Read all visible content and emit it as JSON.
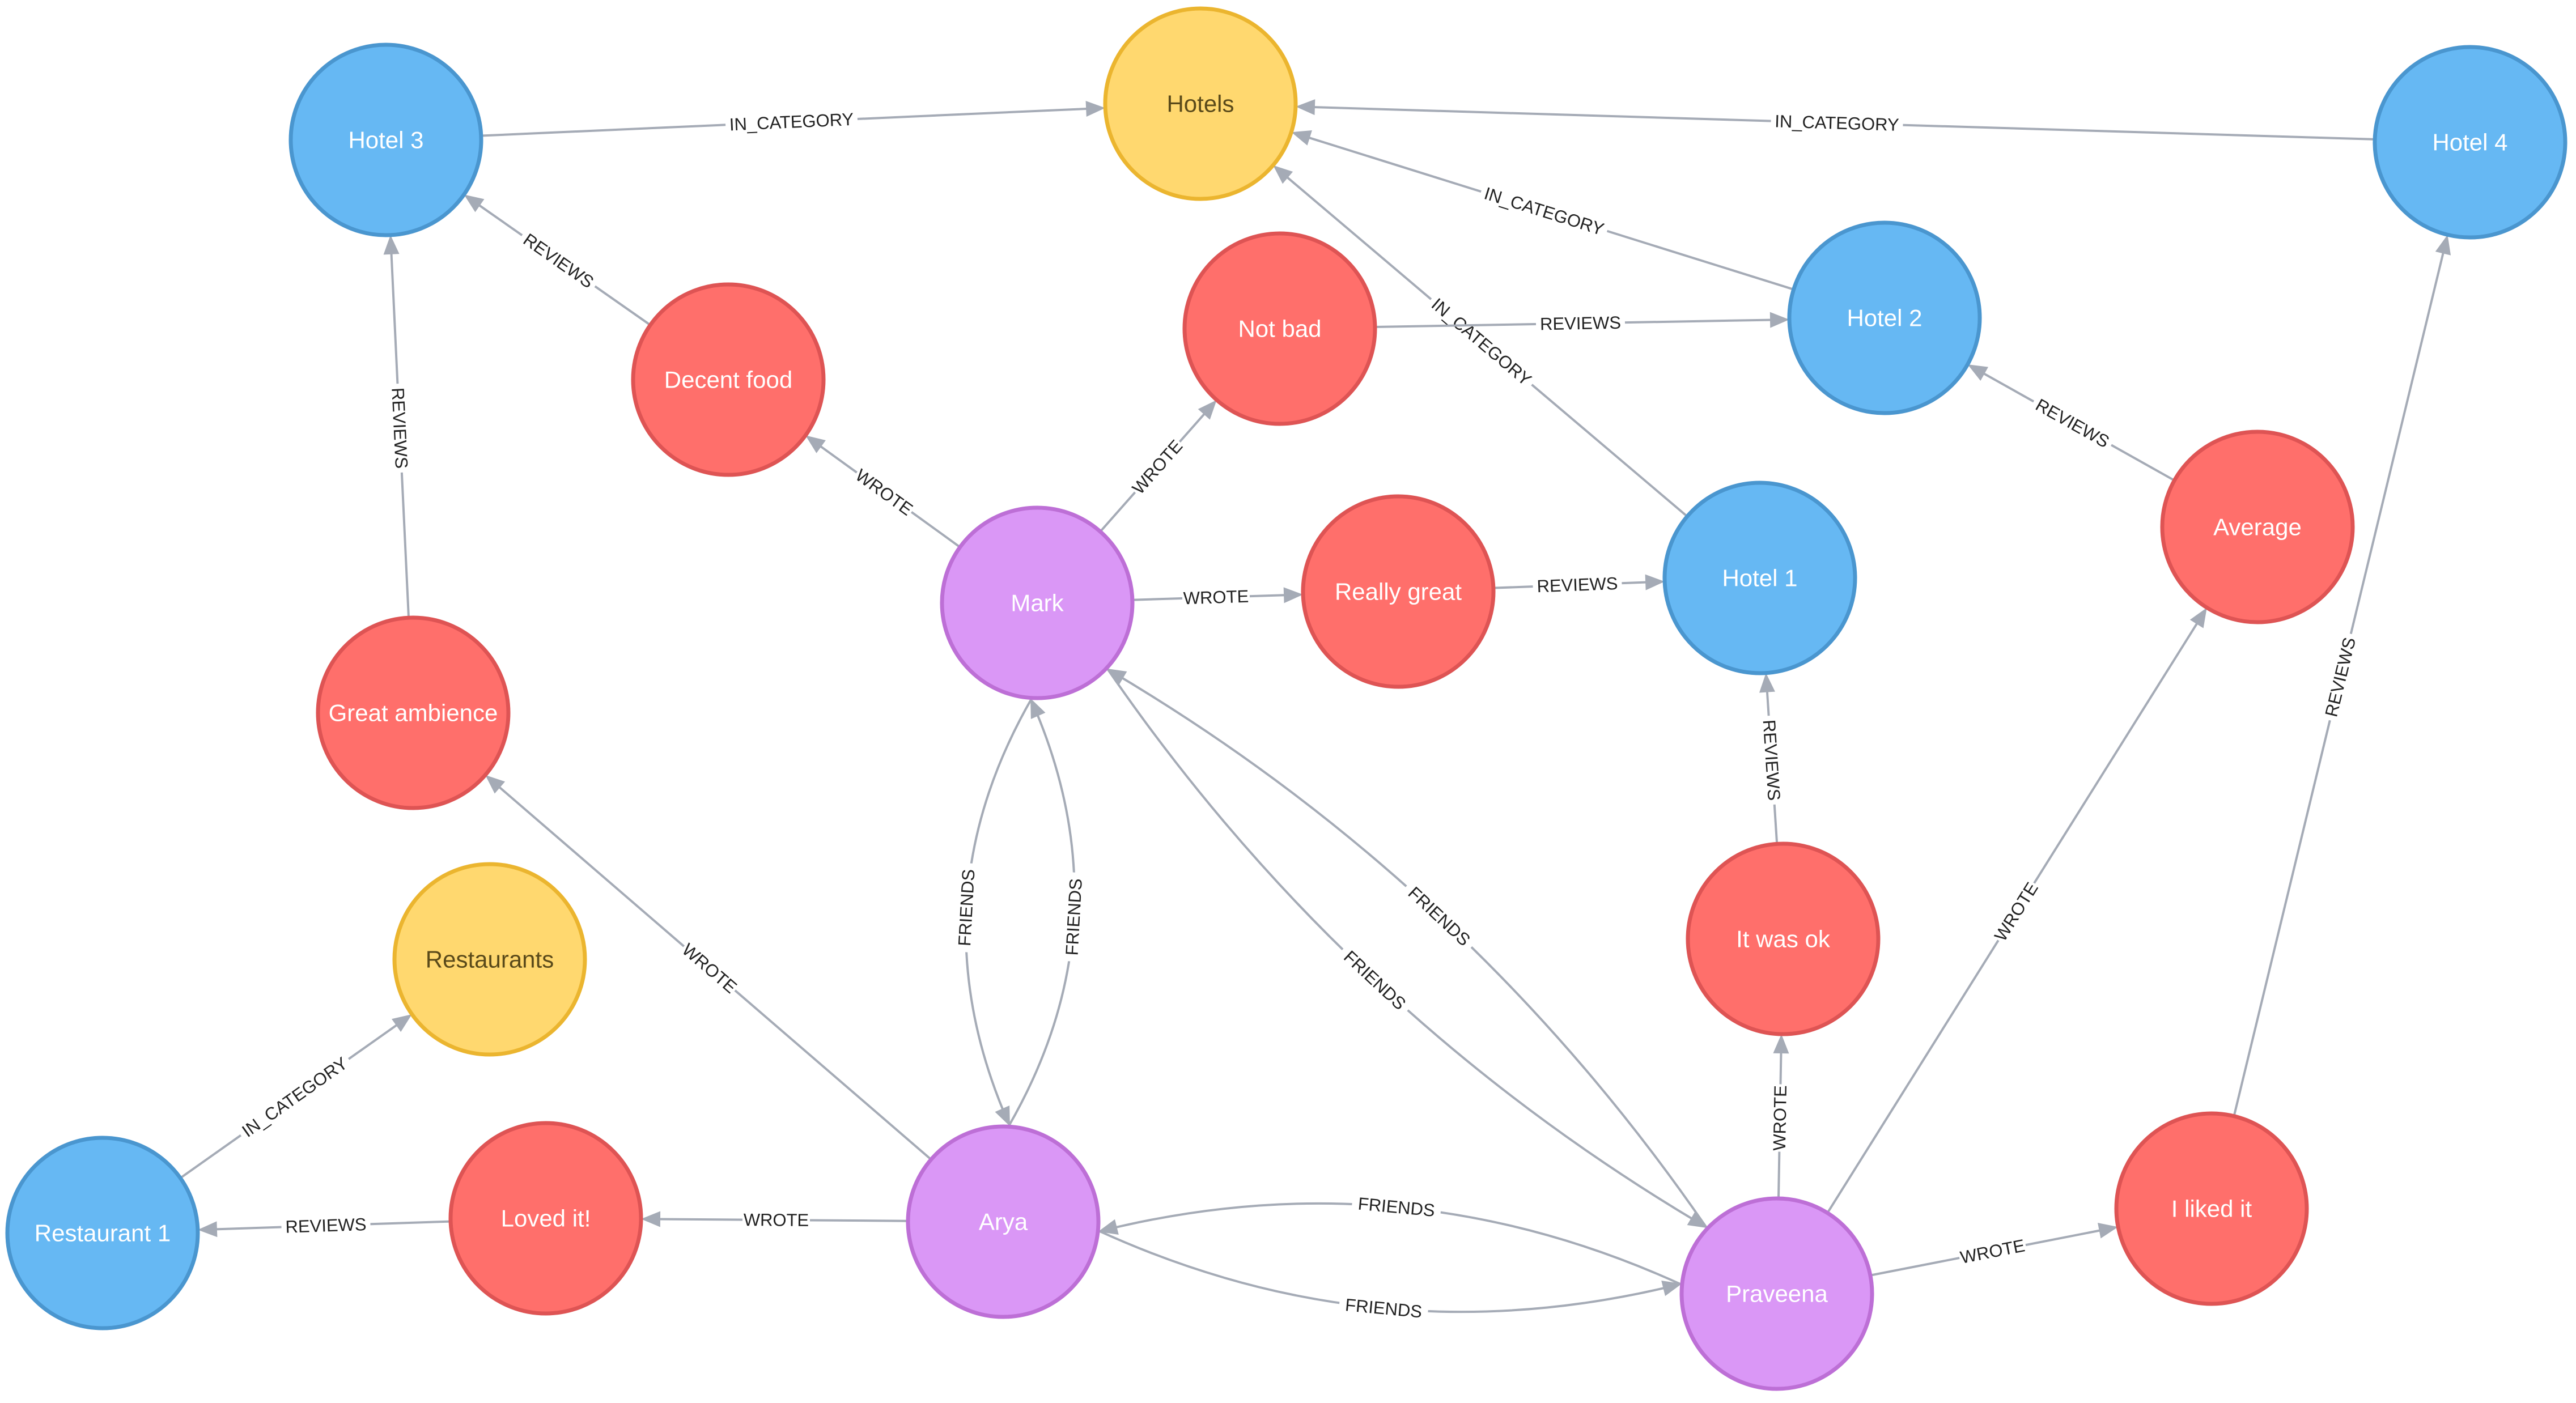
{
  "colors": {
    "person": {
      "fill": "#da97f6",
      "stroke": "#bd6fd6"
    },
    "review": {
      "fill": "#ff6f6b",
      "stroke": "#de5454"
    },
    "place": {
      "fill": "#66b8f3",
      "stroke": "#4a96cf"
    },
    "category": {
      "fill": "#ffd86f",
      "stroke": "#ebb52f"
    },
    "edge": "#a5abb6"
  },
  "nodes": [
    {
      "id": "hotels",
      "label": "Hotels",
      "kind": "category",
      "icon": "category-node"
    },
    {
      "id": "restaurants",
      "label": "Restaurants",
      "kind": "category",
      "icon": "category-node"
    },
    {
      "id": "hotel3",
      "label": "Hotel 3",
      "kind": "place",
      "icon": "place-node"
    },
    {
      "id": "hotel4",
      "label": "Hotel 4",
      "kind": "place",
      "icon": "place-node"
    },
    {
      "id": "hotel2",
      "label": "Hotel 2",
      "kind": "place",
      "icon": "place-node"
    },
    {
      "id": "hotel1",
      "label": "Hotel 1",
      "kind": "place",
      "icon": "place-node"
    },
    {
      "id": "restaurant1",
      "label": "Restaurant 1",
      "kind": "place",
      "icon": "place-node"
    },
    {
      "id": "notbad",
      "label": "Not bad",
      "kind": "review",
      "icon": "review-node"
    },
    {
      "id": "decentfood",
      "label": "Decent food",
      "kind": "review",
      "icon": "review-node"
    },
    {
      "id": "reallygreat",
      "label": "Really great",
      "kind": "review",
      "icon": "review-node"
    },
    {
      "id": "average",
      "label": "Average",
      "kind": "review",
      "icon": "review-node"
    },
    {
      "id": "greatambience",
      "label": "Great ambience",
      "kind": "review",
      "icon": "review-node"
    },
    {
      "id": "itwasok",
      "label": "It was ok",
      "kind": "review",
      "icon": "review-node"
    },
    {
      "id": "lovedit",
      "label": "Loved it!",
      "kind": "review",
      "icon": "review-node"
    },
    {
      "id": "ilikedit",
      "label": "I liked it",
      "kind": "review",
      "icon": "review-node"
    },
    {
      "id": "mark",
      "label": "Mark",
      "kind": "person",
      "icon": "person-node"
    },
    {
      "id": "arya",
      "label": "Arya",
      "kind": "person",
      "icon": "person-node"
    },
    {
      "id": "praveena",
      "label": "Praveena",
      "kind": "person",
      "icon": "person-node"
    }
  ],
  "edges": [
    {
      "from": "hotel3",
      "to": "hotels",
      "label": "IN_CATEGORY"
    },
    {
      "from": "hotel4",
      "to": "hotels",
      "label": "IN_CATEGORY"
    },
    {
      "from": "hotel2",
      "to": "hotels",
      "label": "IN_CATEGORY"
    },
    {
      "from": "hotel1",
      "to": "hotels",
      "label": "IN_CATEGORY"
    },
    {
      "from": "restaurant1",
      "to": "restaurants",
      "label": "IN_CATEGORY"
    },
    {
      "from": "decentfood",
      "to": "hotel3",
      "label": "REVIEWS"
    },
    {
      "from": "greatambience",
      "to": "hotel3",
      "label": "REVIEWS"
    },
    {
      "from": "notbad",
      "to": "hotel2",
      "label": "REVIEWS"
    },
    {
      "from": "average",
      "to": "hotel2",
      "label": "REVIEWS"
    },
    {
      "from": "reallygreat",
      "to": "hotel1",
      "label": "REVIEWS"
    },
    {
      "from": "itwasok",
      "to": "hotel1",
      "label": "REVIEWS"
    },
    {
      "from": "ilikedit",
      "to": "hotel4",
      "label": "REVIEWS"
    },
    {
      "from": "lovedit",
      "to": "restaurant1",
      "label": "REVIEWS"
    },
    {
      "from": "mark",
      "to": "decentfood",
      "label": "WROTE"
    },
    {
      "from": "mark",
      "to": "notbad",
      "label": "WROTE"
    },
    {
      "from": "mark",
      "to": "reallygreat",
      "label": "WROTE"
    },
    {
      "from": "arya",
      "to": "greatambience",
      "label": "WROTE"
    },
    {
      "from": "arya",
      "to": "lovedit",
      "label": "WROTE"
    },
    {
      "from": "praveena",
      "to": "itwasok",
      "label": "WROTE"
    },
    {
      "from": "praveena",
      "to": "average",
      "label": "WROTE"
    },
    {
      "from": "praveena",
      "to": "ilikedit",
      "label": "WROTE"
    },
    {
      "from": "mark",
      "to": "arya",
      "label": "FRIENDS"
    },
    {
      "from": "arya",
      "to": "mark",
      "label": "FRIENDS"
    },
    {
      "from": "mark",
      "to": "praveena",
      "label": "FRIENDS"
    },
    {
      "from": "praveena",
      "to": "mark",
      "label": "FRIENDS"
    },
    {
      "from": "praveena",
      "to": "arya",
      "label": "FRIENDS"
    },
    {
      "from": "arya",
      "to": "praveena",
      "label": "FRIENDS"
    }
  ]
}
